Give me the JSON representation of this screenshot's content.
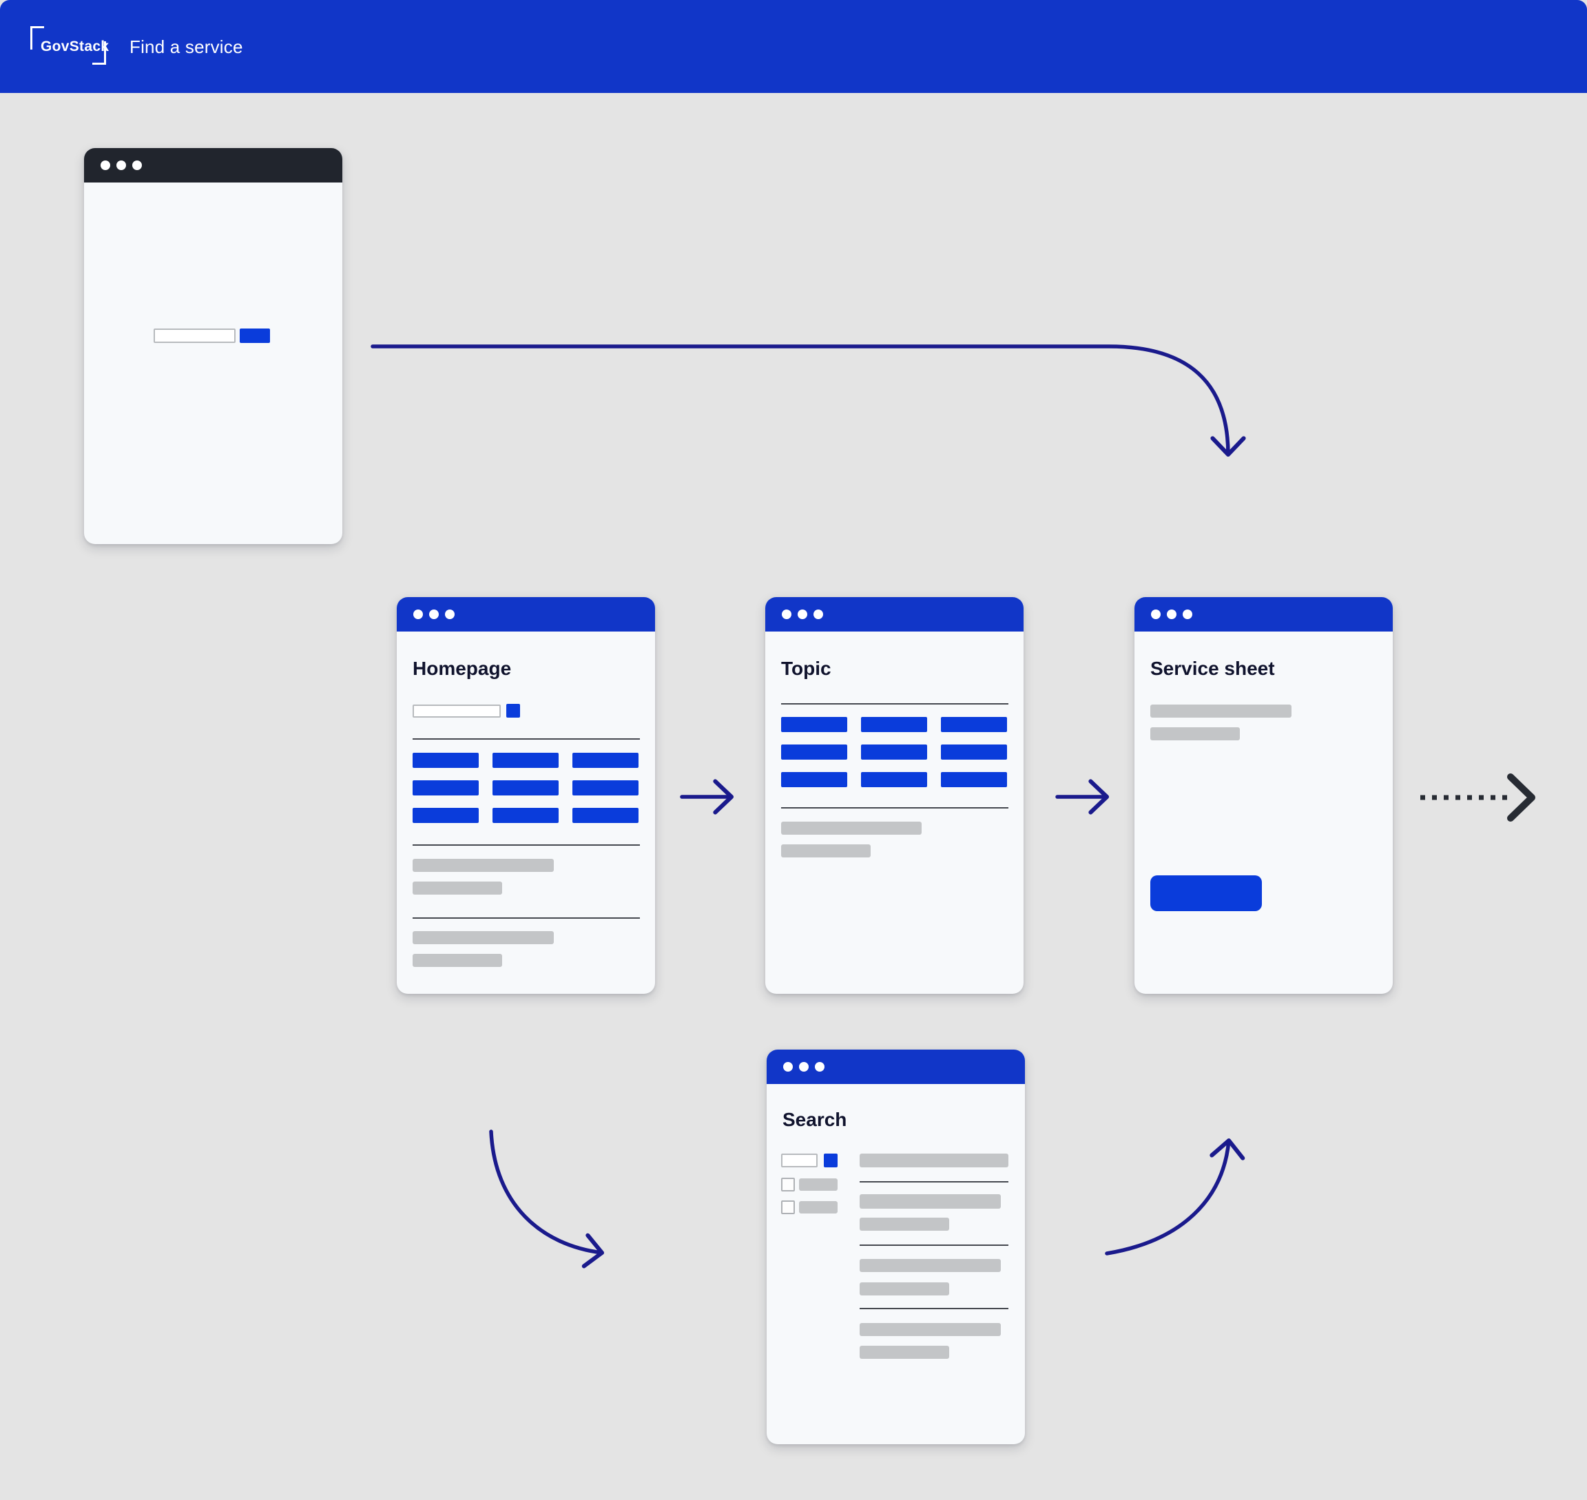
{
  "header": {
    "brand": "GovStack",
    "nav_find_service": "Find a service"
  },
  "windows": {
    "homepage": {
      "title": "Homepage"
    },
    "topic": {
      "title": "Topic"
    },
    "service_sheet": {
      "title": "Service sheet"
    },
    "search": {
      "title": "Search"
    }
  },
  "icons": {
    "window_controls": "three-dots",
    "arrowheads": "chevron"
  },
  "colors": {
    "brand-blue": "#1136c8",
    "accent-blue": "#0a3cdb",
    "dark-header": "#21252d",
    "arrow-navy": "#1a1a8c",
    "dotted-dark": "#272b33",
    "page-bg": "#e4e4e4",
    "window-bg": "#f7f9fb",
    "placeholder-gray": "#c3c5c7",
    "divider-gray": "#45484f",
    "title-ink": "#10132d"
  }
}
